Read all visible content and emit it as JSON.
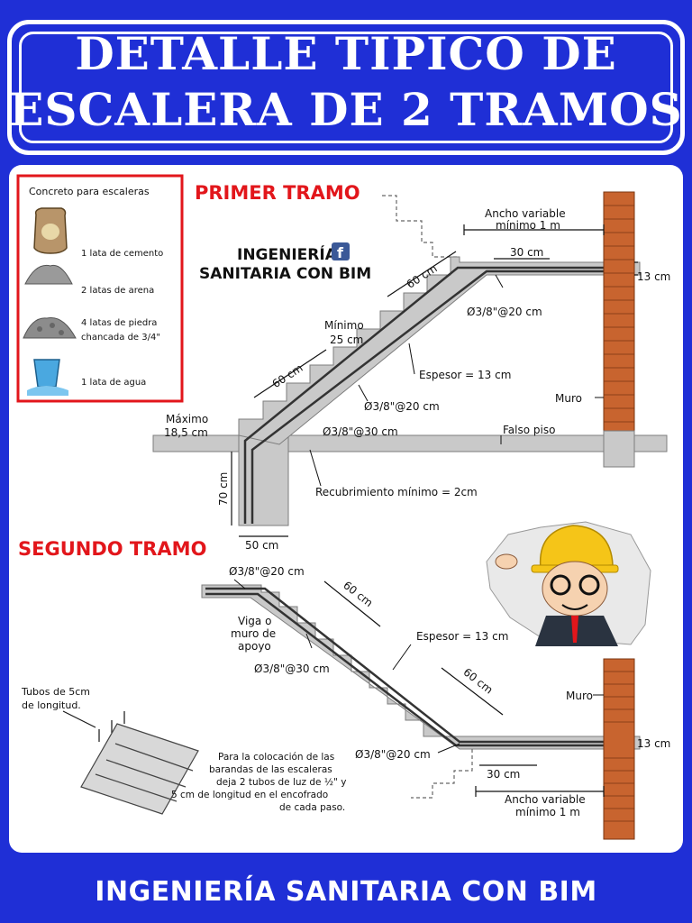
{
  "header": {
    "line1": "DETALLE TIPICO DE",
    "line2": "ESCALERA DE 2 TRAMOS"
  },
  "legend": {
    "title": "Concreto para escaleras",
    "items": [
      {
        "text": "1 lata de cemento",
        "icon": "cement-bag-icon"
      },
      {
        "text": "2 latas de arena",
        "icon": "sand-pile-icon"
      },
      {
        "text": "4 latas de piedra",
        "text2": "chancada de  3/4\"",
        "icon": "gravel-pile-icon"
      },
      {
        "text": "1 lata de agua",
        "icon": "water-bucket-icon"
      }
    ],
    "border_color": "#e2161b"
  },
  "brand": {
    "line1": "INGENIERÍA",
    "line2": "SANITARIA CON BIM",
    "icon": "facebook-icon",
    "icon_color": "#3b5998"
  },
  "primer_tramo": {
    "title": "PRIMER TRAMO",
    "ancho_1": "Ancho variable",
    "ancho_2": "mínimo 1 m",
    "d30": "30 cm",
    "d13": "13 cm",
    "d60a": "60 cm",
    "d60b": "60 cm",
    "minimo_1": "Mínimo",
    "minimo_2": "25 cm",
    "bar_20a": "Ø3/8\"@20 cm",
    "bar_20b": "Ø3/8\"@20 cm",
    "bar_30": "Ø3/8\"@30 cm",
    "espesor": "Espesor = 13 cm",
    "muro": "Muro",
    "maximo_1": "Máximo",
    "maximo_2": "18,5 cm",
    "falso_piso": "Falso piso",
    "recubrimiento": "Recubrimiento mínimo =  2cm",
    "d70": "70 cm",
    "d50": "50 cm"
  },
  "segundo_tramo": {
    "title": "SEGUNDO TRAMO",
    "bar_20a": "Ø3/8\"@20 cm",
    "d60a": "60 cm",
    "viga_1": "Viga o",
    "viga_2": "muro de",
    "viga_3": "apoyo",
    "bar_30": "Ø3/8\"@30 cm",
    "espesor": "Espesor = 13 cm",
    "d60b": "60 cm",
    "muro": "Muro",
    "bar_20b": "Ø3/8\"@20 cm",
    "d13": "13 cm",
    "d30": "30 cm",
    "ancho_1": "Ancho variable",
    "ancho_2": "mínimo 1 m"
  },
  "tubos": {
    "line1": "Tubos de 5cm",
    "line2": "de longitud."
  },
  "note": {
    "l1": "Para la colocación de las",
    "l2": "barandas de las escaleras",
    "l3": "deja 2 tubos de luz de ½\" y",
    "l4": "5 cm de longitud en el encofrado",
    "l5": "de cada paso."
  },
  "mascot": {
    "icon": "engineer-mascot-icon",
    "helmet_color": "#f5c518"
  },
  "footer": {
    "text": "INGENIERÍA SANITARIA CON BIM"
  },
  "colors": {
    "blue": "#1f2fd6",
    "red": "#e2161b",
    "brick": "#c8642f",
    "concrete": "#c9c9c9"
  }
}
